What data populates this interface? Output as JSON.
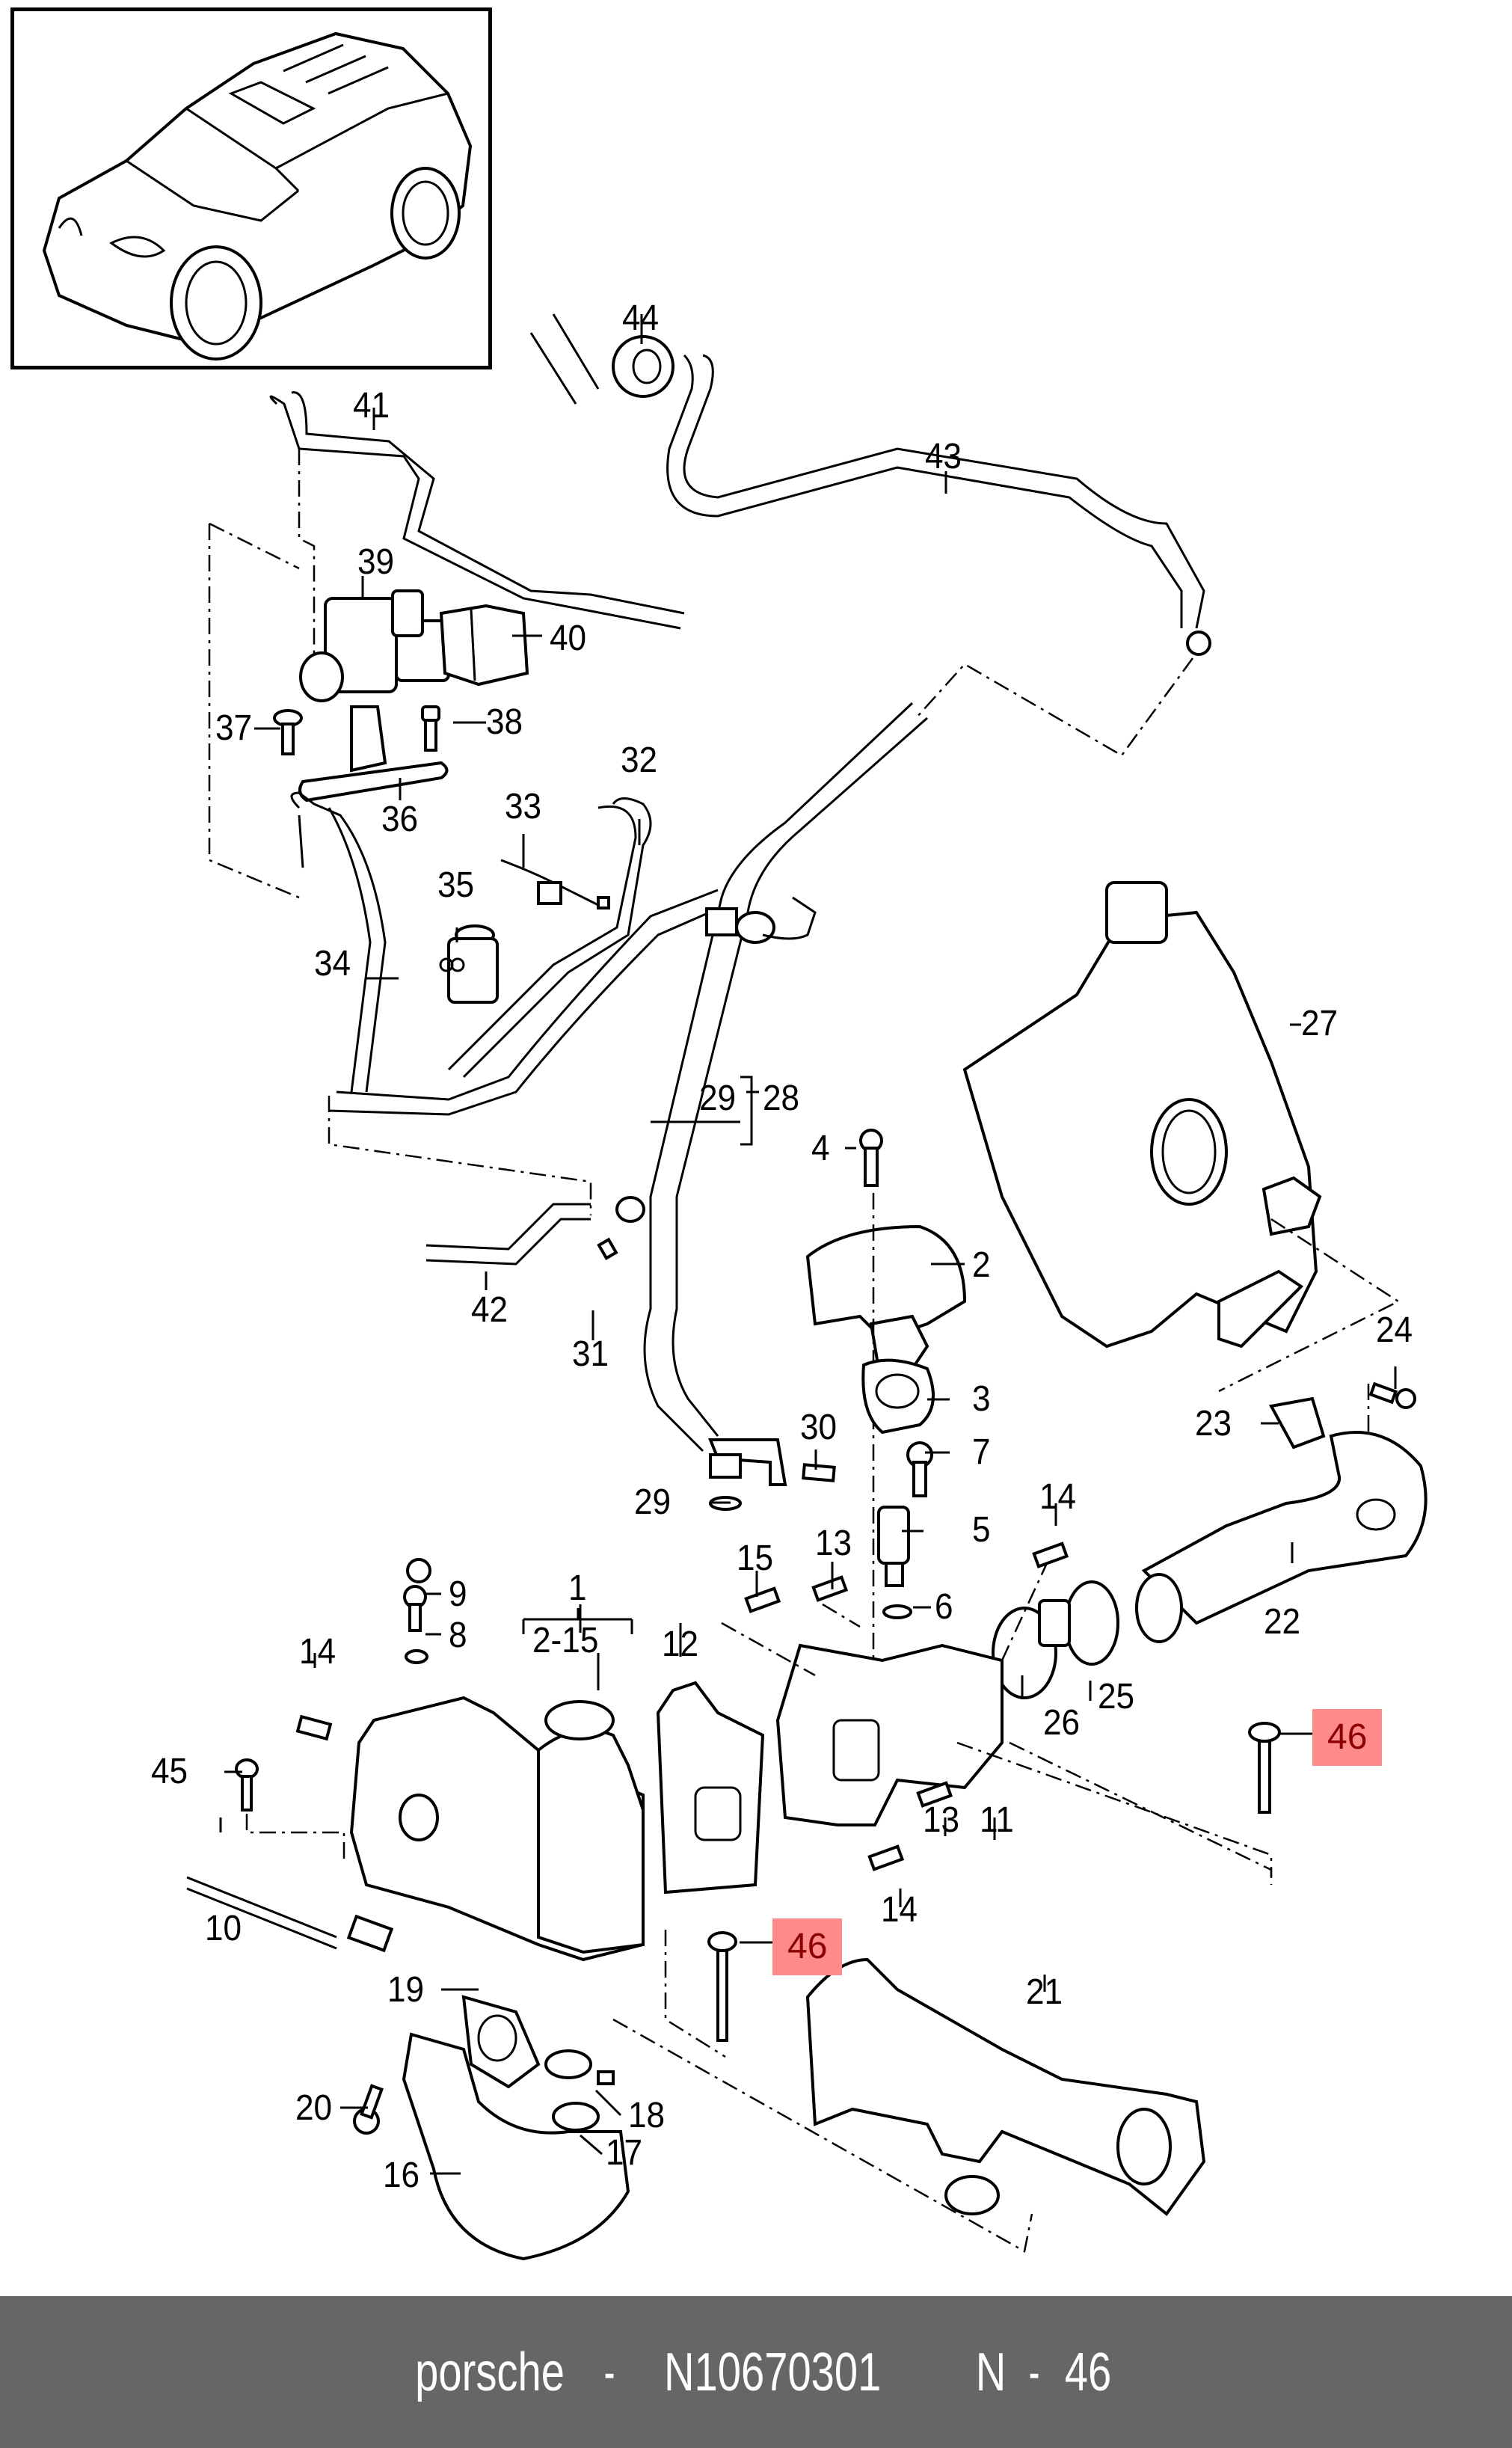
{
  "diagram": {
    "title": "Porsche EGR cooler / vacuum lines exploded parts diagram",
    "thumbnail": "vehicle-overview-suv",
    "highlight_color": "#ff8a8a",
    "highlight_text_color": "#8b0000",
    "callouts": [
      {
        "id": "c44",
        "label": "44"
      },
      {
        "id": "c43",
        "label": "43"
      },
      {
        "id": "c41",
        "label": "41"
      },
      {
        "id": "c39",
        "label": "39"
      },
      {
        "id": "c40",
        "label": "40"
      },
      {
        "id": "c37",
        "label": "37"
      },
      {
        "id": "c38",
        "label": "38"
      },
      {
        "id": "c36",
        "label": "36"
      },
      {
        "id": "c32",
        "label": "32"
      },
      {
        "id": "c33",
        "label": "33"
      },
      {
        "id": "c35",
        "label": "35"
      },
      {
        "id": "c34",
        "label": "34"
      },
      {
        "id": "c27",
        "label": "27"
      },
      {
        "id": "c29a",
        "label": "29"
      },
      {
        "id": "c28",
        "label": "28"
      },
      {
        "id": "c4",
        "label": "4"
      },
      {
        "id": "c2",
        "label": "2"
      },
      {
        "id": "c42",
        "label": "42"
      },
      {
        "id": "c31",
        "label": "31"
      },
      {
        "id": "c24",
        "label": "24"
      },
      {
        "id": "c3",
        "label": "3"
      },
      {
        "id": "c23",
        "label": "23"
      },
      {
        "id": "c30",
        "label": "30"
      },
      {
        "id": "c7",
        "label": "7"
      },
      {
        "id": "c29b",
        "label": "29"
      },
      {
        "id": "c14a",
        "label": "14"
      },
      {
        "id": "c5",
        "label": "5"
      },
      {
        "id": "c15",
        "label": "15"
      },
      {
        "id": "c13a",
        "label": "13"
      },
      {
        "id": "c22",
        "label": "22"
      },
      {
        "id": "c9",
        "label": "9"
      },
      {
        "id": "c1",
        "label": "1"
      },
      {
        "id": "c6",
        "label": "6"
      },
      {
        "id": "c8",
        "label": "8"
      },
      {
        "id": "c2-15",
        "label": "2-15"
      },
      {
        "id": "c12",
        "label": "12"
      },
      {
        "id": "c26",
        "label": "26"
      },
      {
        "id": "c25",
        "label": "25"
      },
      {
        "id": "c14b",
        "label": "14"
      },
      {
        "id": "c45",
        "label": "45"
      },
      {
        "id": "c13b",
        "label": "13"
      },
      {
        "id": "c11",
        "label": "11"
      },
      {
        "id": "c14c",
        "label": "14"
      },
      {
        "id": "c10",
        "label": "10"
      },
      {
        "id": "c46a",
        "label": "46",
        "highlighted": true
      },
      {
        "id": "c46b",
        "label": "46",
        "highlighted": true
      },
      {
        "id": "c21",
        "label": "21"
      },
      {
        "id": "c19",
        "label": "19"
      },
      {
        "id": "c20",
        "label": "20"
      },
      {
        "id": "c18",
        "label": "18"
      },
      {
        "id": "c17",
        "label": "17"
      },
      {
        "id": "c16",
        "label": "16"
      }
    ]
  },
  "footer": {
    "brand": "porsche",
    "separator": "-",
    "part_number": "N10670301",
    "position_prefix": "N",
    "position_number": "46"
  }
}
